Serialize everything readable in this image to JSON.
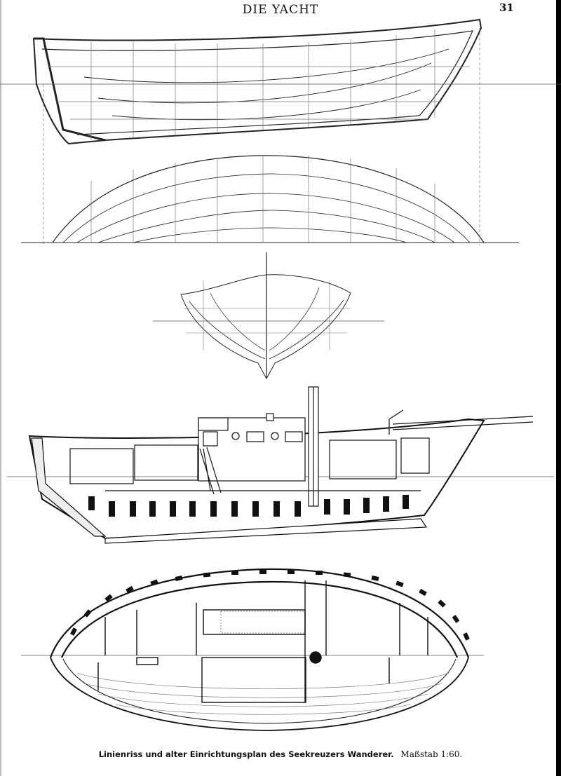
{
  "header": {
    "journal_title": "DIE YACHT",
    "page_number": "31"
  },
  "caption": {
    "text": "Linienriss und alter Einrichtungsplan des Seekreuzers Wanderer.",
    "scale": "Maßstab 1:60."
  }
}
